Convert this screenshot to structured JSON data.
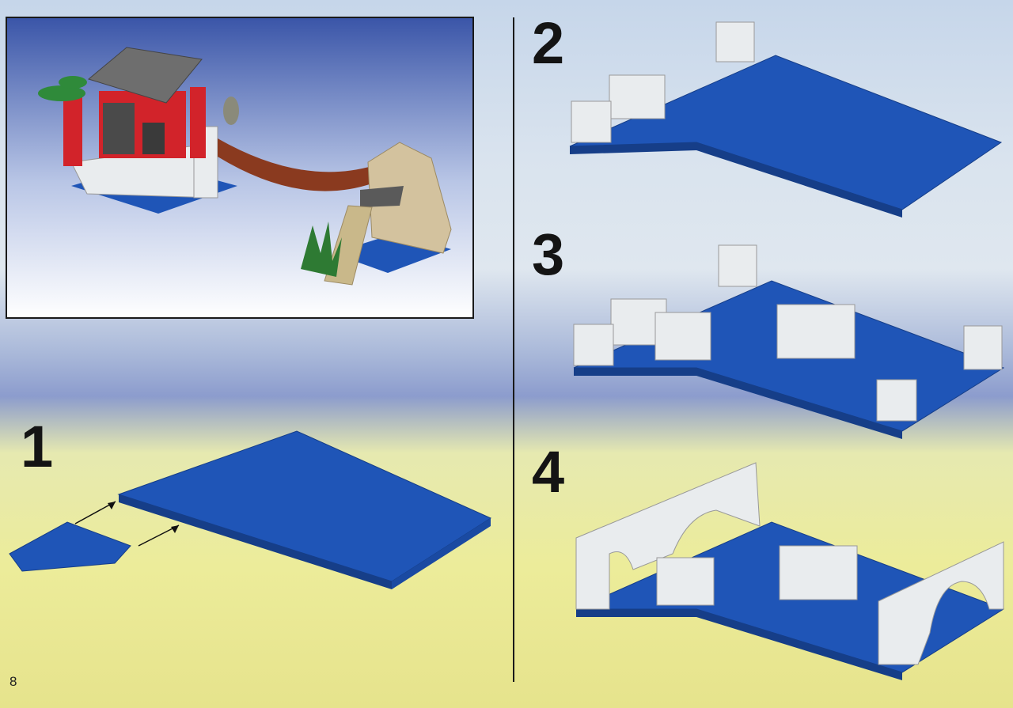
{
  "steps": [
    {
      "label": "1"
    },
    {
      "label": "2"
    },
    {
      "label": "3"
    },
    {
      "label": "4"
    }
  ],
  "page_number": "8",
  "colors": {
    "plate_blue": "#1f55b7",
    "brick_white": "#e9ecee",
    "roof_gray": "#6e6e6e",
    "wall_red": "#d2232a",
    "rock_tan": "#d3c29e",
    "bridge_brown": "#8a3a1f"
  }
}
